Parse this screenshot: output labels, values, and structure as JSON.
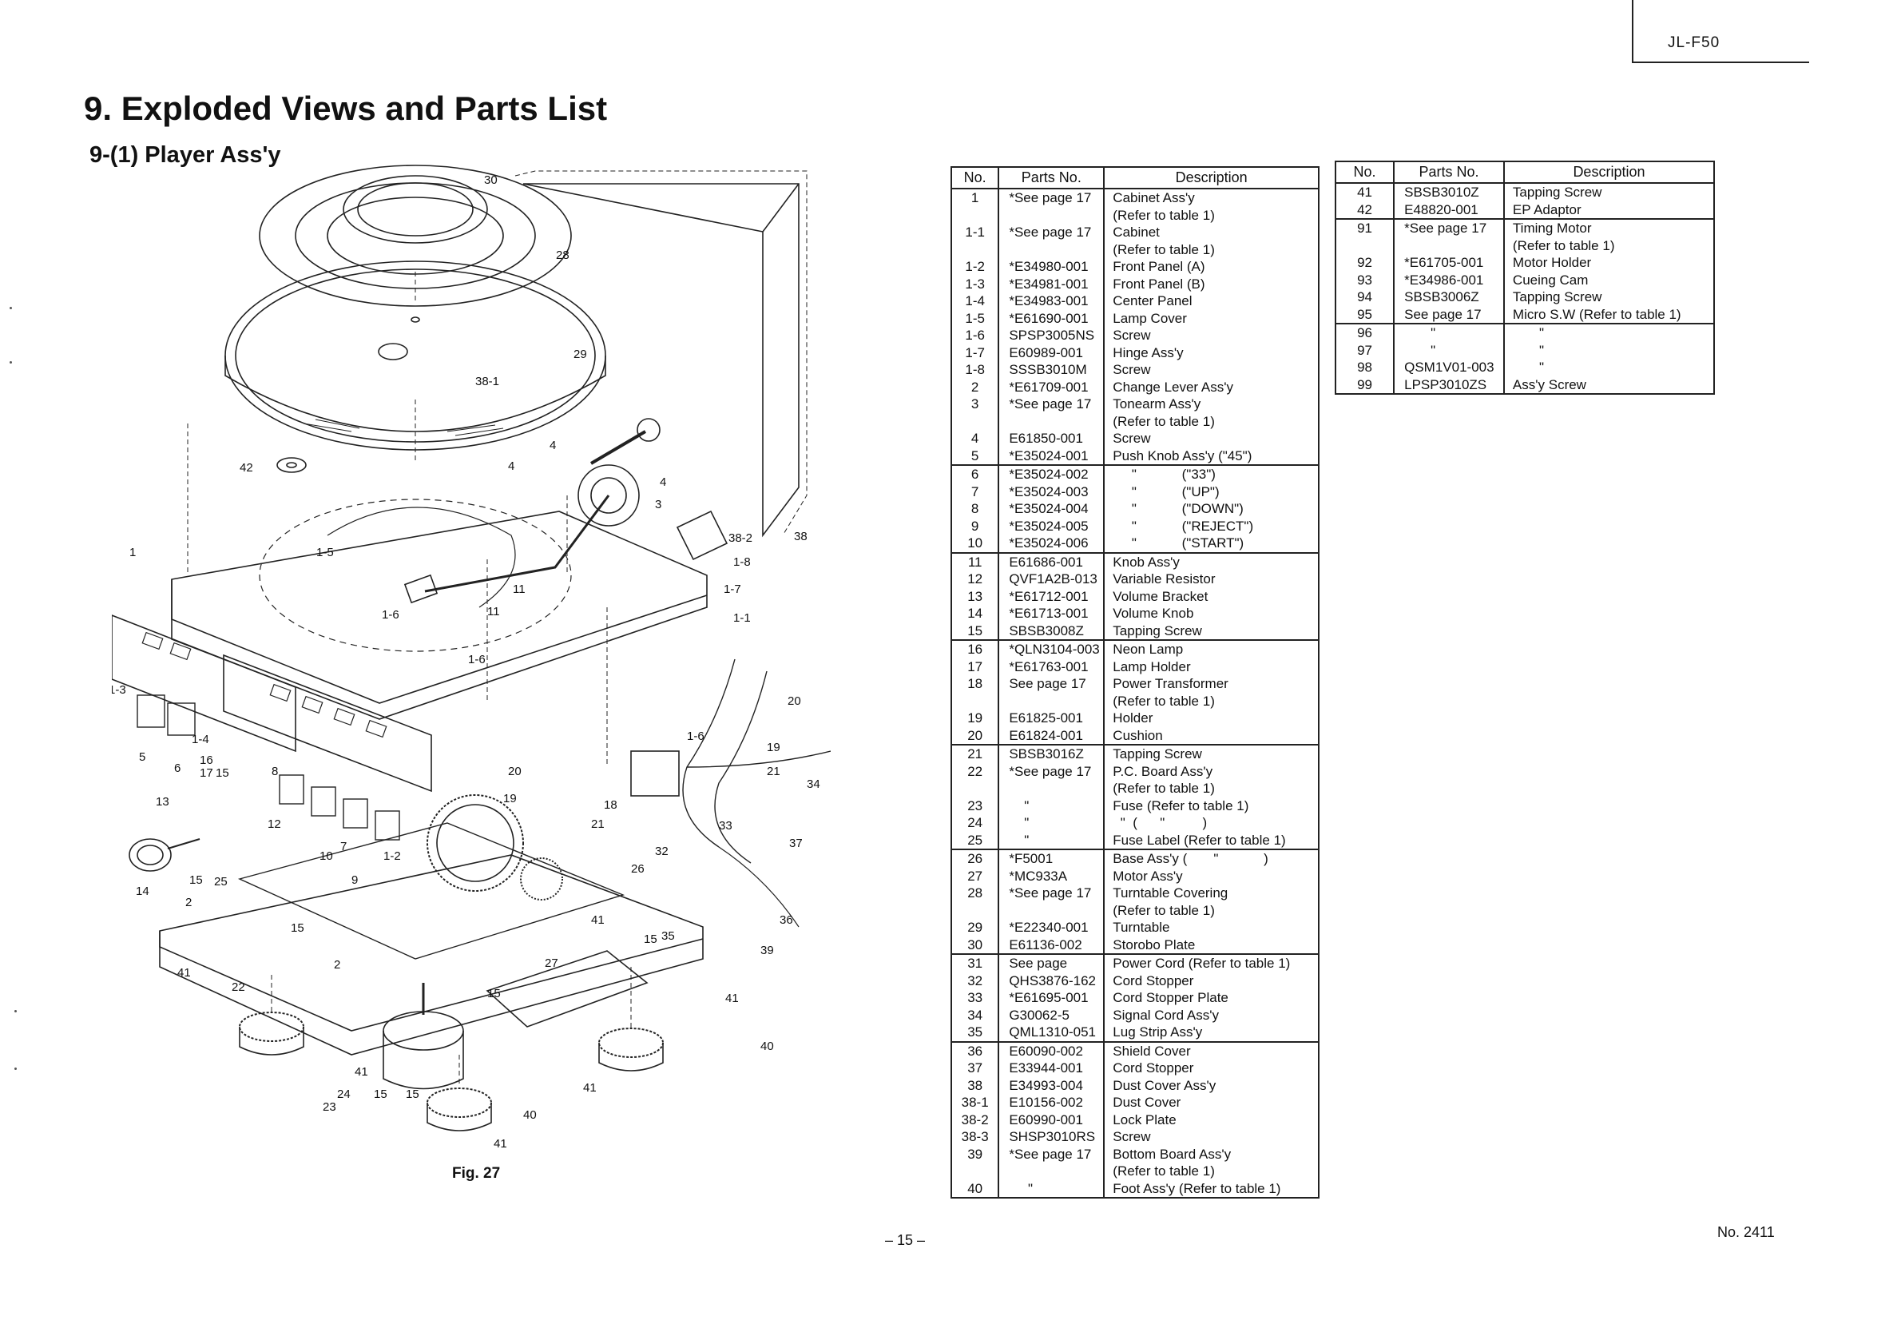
{
  "header": {
    "model": "JL-F50"
  },
  "title": "9. Exploded Views and Parts List",
  "subtitle": "9-(1) Player Ass'y",
  "figure": {
    "caption": "Fig. 27",
    "callouts": [
      "30",
      "28",
      "29",
      "38-1",
      "42",
      "4",
      "4",
      "4",
      "3",
      "38-2",
      "38",
      "1",
      "1-5",
      "1-8",
      "1-7",
      "11",
      "11",
      "1-1",
      "1-6",
      "1-6",
      "1-3",
      "1-4",
      "5",
      "6",
      "16",
      "17",
      "15",
      "8",
      "20",
      "19",
      "20",
      "19",
      "21",
      "1-6",
      "21",
      "18",
      "34",
      "13",
      "12",
      "10",
      "7",
      "9",
      "1-2",
      "33",
      "32",
      "37",
      "26",
      "14",
      "15",
      "25",
      "2",
      "15",
      "41",
      "15",
      "35",
      "36",
      "39",
      "27",
      "2",
      "41",
      "22",
      "15",
      "41",
      "40",
      "41",
      "24",
      "15",
      "15",
      "23",
      "41",
      "40",
      "41"
    ]
  },
  "table1": {
    "headers": {
      "no": "No.",
      "parts_no": "Parts No.",
      "description": "Description"
    },
    "groups": [
      [
        {
          "no": "1",
          "parts_no": "*See page 17",
          "desc": "Cabinet Ass'y"
        },
        {
          "no": "",
          "parts_no": "",
          "desc": "(Refer to table 1)"
        },
        {
          "no": "1-1",
          "parts_no": "*See page 17",
          "desc": "Cabinet"
        },
        {
          "no": "",
          "parts_no": "",
          "desc": "(Refer to table 1)"
        },
        {
          "no": "1-2",
          "parts_no": "*E34980-001",
          "desc": "Front Panel (A)"
        },
        {
          "no": "1-3",
          "parts_no": "*E34981-001",
          "desc": "Front Panel (B)"
        },
        {
          "no": "1-4",
          "parts_no": "*E34983-001",
          "desc": "Center Panel"
        },
        {
          "no": "1-5",
          "parts_no": "*E61690-001",
          "desc": "Lamp Cover"
        },
        {
          "no": "1-6",
          "parts_no": "SPSP3005NS",
          "desc": "Screw"
        },
        {
          "no": "1-7",
          "parts_no": "E60989-001",
          "desc": "Hinge Ass'y"
        },
        {
          "no": "1-8",
          "parts_no": "SSSB3010M",
          "desc": "Screw"
        },
        {
          "no": "2",
          "parts_no": "*E61709-001",
          "desc": "Change Lever Ass'y"
        },
        {
          "no": "3",
          "parts_no": "*See page 17",
          "desc": "Tonearm Ass'y"
        },
        {
          "no": "",
          "parts_no": "",
          "desc": "(Refer to table 1)"
        },
        {
          "no": "4",
          "parts_no": "E61850-001",
          "desc": "Screw"
        },
        {
          "no": "5",
          "parts_no": "*E35024-001",
          "desc": "Push Knob Ass'y (\"45\")"
        }
      ],
      [
        {
          "no": "6",
          "parts_no": "*E35024-002",
          "desc": "     \"            (\"33\")"
        },
        {
          "no": "7",
          "parts_no": "*E35024-003",
          "desc": "     \"            (\"UP\")"
        },
        {
          "no": "8",
          "parts_no": "*E35024-004",
          "desc": "     \"            (\"DOWN\")"
        },
        {
          "no": "9",
          "parts_no": "*E35024-005",
          "desc": "     \"            (\"REJECT\")"
        },
        {
          "no": "10",
          "parts_no": "*E35024-006",
          "desc": "     \"            (\"START\")"
        }
      ],
      [
        {
          "no": "11",
          "parts_no": "E61686-001",
          "desc": "Knob Ass'y"
        },
        {
          "no": "12",
          "parts_no": "QVF1A2B-013",
          "desc": "Variable Resistor"
        },
        {
          "no": "13",
          "parts_no": "*E61712-001",
          "desc": "Volume Bracket"
        },
        {
          "no": "14",
          "parts_no": "*E61713-001",
          "desc": "Volume Knob"
        },
        {
          "no": "15",
          "parts_no": "SBSB3008Z",
          "desc": "Tapping Screw"
        }
      ],
      [
        {
          "no": "16",
          "parts_no": "*QLN3104-003",
          "desc": "Neon Lamp"
        },
        {
          "no": "17",
          "parts_no": "*E61763-001",
          "desc": "Lamp Holder"
        },
        {
          "no": "18",
          "parts_no": "See page 17",
          "desc": "Power Transformer"
        },
        {
          "no": "",
          "parts_no": "",
          "desc": "(Refer to table 1)"
        },
        {
          "no": "19",
          "parts_no": "E61825-001",
          "desc": "Holder"
        },
        {
          "no": "20",
          "parts_no": "E61824-001",
          "desc": "Cushion"
        }
      ],
      [
        {
          "no": "21",
          "parts_no": "SBSB3016Z",
          "desc": "Tapping Screw"
        },
        {
          "no": "22",
          "parts_no": "*See page 17",
          "desc": "P.C. Board Ass'y"
        },
        {
          "no": "",
          "parts_no": "",
          "desc": "(Refer to table 1)"
        },
        {
          "no": "23",
          "parts_no": "    \"",
          "desc": "Fuse (Refer to table 1)"
        },
        {
          "no": "24",
          "parts_no": "    \"",
          "desc": "  \"  (      \"          )"
        },
        {
          "no": "25",
          "parts_no": "    \"",
          "desc": "Fuse Label (Refer to table 1)"
        }
      ],
      [
        {
          "no": "26",
          "parts_no": "*F5001",
          "desc": "Base Ass'y (       \"            )"
        },
        {
          "no": "27",
          "parts_no": "*MC933A",
          "desc": "Motor Ass'y"
        },
        {
          "no": "28",
          "parts_no": "*See page 17",
          "desc": "Turntable Covering"
        },
        {
          "no": "",
          "parts_no": "",
          "desc": "(Refer to table 1)"
        },
        {
          "no": "29",
          "parts_no": "*E22340-001",
          "desc": "Turntable"
        },
        {
          "no": "30",
          "parts_no": "E61136-002",
          "desc": "Storobo Plate"
        }
      ],
      [
        {
          "no": "31",
          "parts_no": "See page",
          "desc": "Power Cord (Refer to table 1)"
        },
        {
          "no": "32",
          "parts_no": "QHS3876-162",
          "desc": "Cord Stopper"
        },
        {
          "no": "33",
          "parts_no": "*E61695-001",
          "desc": "Cord Stopper Plate"
        },
        {
          "no": "34",
          "parts_no": "G30062-5",
          "desc": "Signal Cord Ass'y"
        },
        {
          "no": "35",
          "parts_no": "QML1310-051",
          "desc": "Lug Strip Ass'y"
        }
      ],
      [
        {
          "no": "36",
          "parts_no": "E60090-002",
          "desc": "Shield Cover"
        },
        {
          "no": "37",
          "parts_no": "E33944-001",
          "desc": "Cord Stopper"
        },
        {
          "no": "38",
          "parts_no": "E34993-004",
          "desc": "Dust Cover Ass'y"
        },
        {
          "no": "38-1",
          "parts_no": "E10156-002",
          "desc": "Dust Cover"
        },
        {
          "no": "38-2",
          "parts_no": "E60990-001",
          "desc": "Lock Plate"
        },
        {
          "no": "38-3",
          "parts_no": "SHSP3010RS",
          "desc": "Screw"
        },
        {
          "no": "39",
          "parts_no": "*See page 17",
          "desc": "Bottom Board Ass'y"
        },
        {
          "no": "",
          "parts_no": "",
          "desc": "(Refer to table 1)"
        },
        {
          "no": "40",
          "parts_no": "     \"",
          "desc": "Foot Ass'y (Refer to table 1)"
        }
      ]
    ]
  },
  "table2": {
    "headers": {
      "no": "No.",
      "parts_no": "Parts No.",
      "description": "Description"
    },
    "groups": [
      [
        {
          "no": "41",
          "parts_no": "SBSB3010Z",
          "desc": "Tapping Screw"
        },
        {
          "no": "42",
          "parts_no": "E48820-001",
          "desc": "EP Adaptor"
        }
      ],
      [
        {
          "no": "91",
          "parts_no": "*See page 17",
          "desc": "Timing Motor"
        },
        {
          "no": "",
          "parts_no": "",
          "desc": "(Refer to table 1)"
        },
        {
          "no": "92",
          "parts_no": "*E61705-001",
          "desc": "Motor Holder"
        },
        {
          "no": "93",
          "parts_no": "*E34986-001",
          "desc": "Cueing Cam"
        },
        {
          "no": "94",
          "parts_no": "SBSB3006Z",
          "desc": "Tapping Screw"
        },
        {
          "no": "95",
          "parts_no": "See page 17",
          "desc": "Micro S.W (Refer to table 1)"
        }
      ],
      [
        {
          "no": "96",
          "parts_no": "       \"",
          "desc": "       \""
        },
        {
          "no": "97",
          "parts_no": "       \"",
          "desc": "       \""
        },
        {
          "no": "98",
          "parts_no": "QSM1V01-003",
          "desc": "       \""
        },
        {
          "no": "99",
          "parts_no": "LPSP3010ZS",
          "desc": "Ass'y Screw"
        }
      ]
    ]
  },
  "footer": {
    "page": "– 15 –",
    "doc_no": "No. 2411"
  }
}
